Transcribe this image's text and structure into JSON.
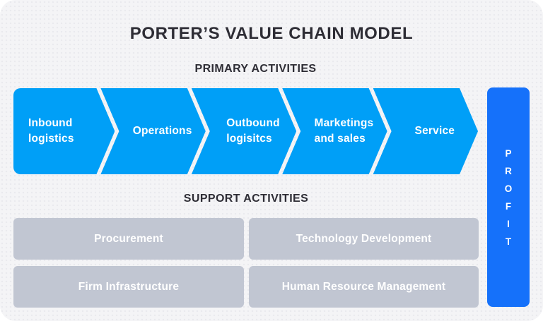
{
  "page": {
    "title": "PORTER’S VALUE CHAIN MODEL"
  },
  "primary": {
    "heading": "PRIMARY ACTIVITIES",
    "arrows": [
      {
        "label": "Inbound\nlogistics"
      },
      {
        "label": "Operations"
      },
      {
        "label": "Outbound\nlogisitcs"
      },
      {
        "label": "Marketings\nand sales"
      },
      {
        "label": "Service"
      }
    ]
  },
  "support": {
    "heading": "SUPPORT ACTIVITIES",
    "boxes": [
      {
        "label": "Procurement"
      },
      {
        "label": "Technology Development"
      },
      {
        "label": "Firm Infrastructure"
      },
      {
        "label": "Human Resource Management"
      }
    ]
  },
  "profit": {
    "label": "PROFIT",
    "letters": [
      "P",
      "R",
      "O",
      "F",
      "I",
      "T"
    ]
  },
  "colors": {
    "arrow_blue": "#009FF7",
    "profit_blue": "#1571FA",
    "box_gray": "#C1C6D2",
    "heading_dark": "#2E2D35",
    "background": "#F4F4F6",
    "text_white": "#FFFFFF"
  }
}
